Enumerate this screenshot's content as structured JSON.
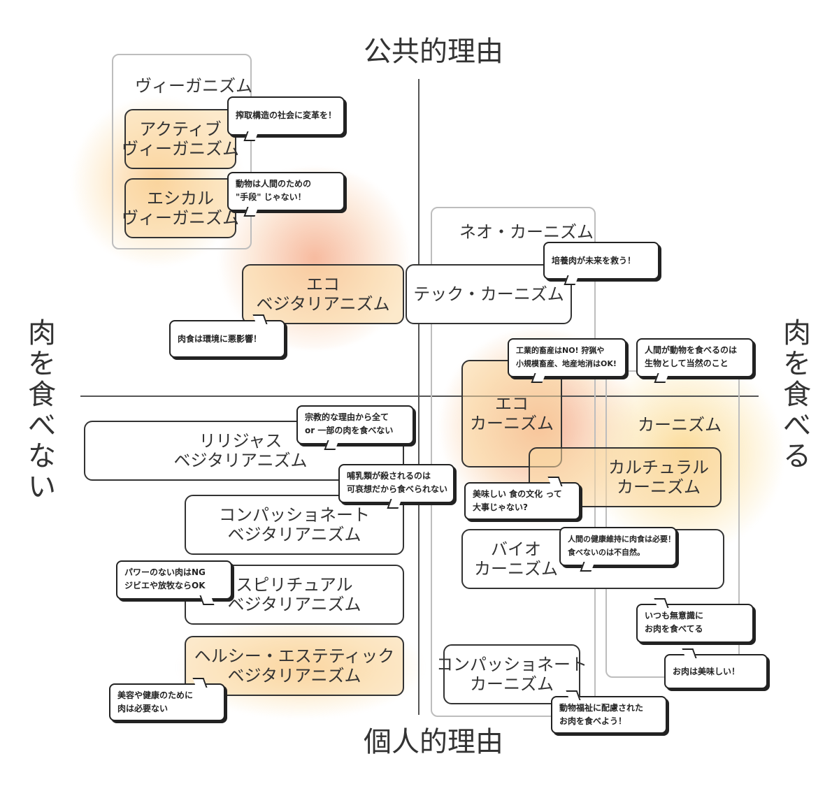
{
  "axes": {
    "top": "公共的理由",
    "bottom": "個人的理由",
    "left": "肉を食べない",
    "right": "肉を食べる"
  },
  "groups": {
    "veganism": "ヴィーガニズム",
    "neo_carnism": "ネオ・カーニズム",
    "carnism": "カーニズム"
  },
  "boxes": {
    "active_veganism": "アクティブ\nヴィーガニズム",
    "ethical_veganism": "エシカル\nヴィーガニズム",
    "eco_vegetarianism": "エコ\nベジタリアニズム",
    "tech_carnism": "テック・カーニズム",
    "eco_carnism": "エコ\nカーニズム",
    "cultural_carnism": "カルチュラル\nカーニズム",
    "religious_vegetarianism": "リリジャス\nベジタリアニズム",
    "compassionate_vegetarianism": "コンパッショネート\nベジタリアニズム",
    "spiritual_vegetarianism": "スピリチュアル\nベジタリアニズム",
    "healthy_aesthetic_vegetarianism": "ヘルシー・エステティック\nベジタリアニズム",
    "bio_carnism": "バイオ\nカーニズム",
    "compassionate_carnism": "コンパッショネート\nカーニズム"
  },
  "bubbles": {
    "exploitation": "搾取構造の社会に変革を！",
    "means": "動物は人間のための\n\"手段\" じゃない！",
    "environment": "肉食は環境に悪影響！",
    "cultured_meat": "培養肉が未来を救う！",
    "industrial": "工業的畜産はNO! 狩猟や\n小規模畜産、地産地消はOK!",
    "natural": "人間が動物を食べるのは\n生物として当然のこと",
    "religious": "宗教的な理由から全て\nor 一部の肉を食べない",
    "mammals": "哺乳類が殺されるのは\n可哀想だから食べられない",
    "food_culture": "美味しい 食の文化 って\n大事じゃない?",
    "health_need": "人間の健康維持に肉食は必要！\n食べないのは不自然。",
    "power": "パワーのない肉はNG\nジビエや放牧ならOK",
    "unconscious": "いつも無意識に\nお肉を食べてる",
    "tasty": "お肉は美味しい！",
    "beauty": "美容や健康のために\n肉は必要ない",
    "welfare": "動物福祉に配慮された\nお肉を食べよう！"
  }
}
